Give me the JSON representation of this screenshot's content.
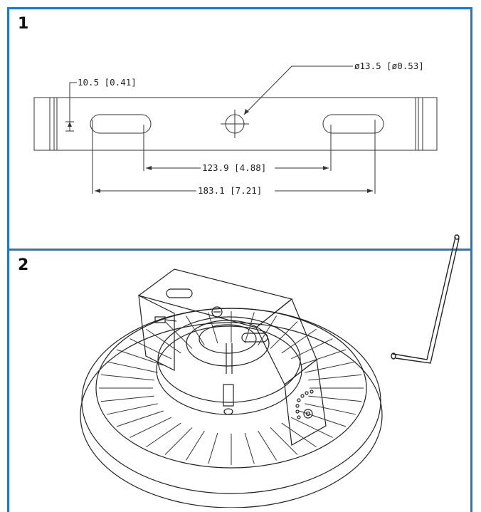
{
  "steps": {
    "one": {
      "number": "1"
    },
    "two": {
      "number": "2"
    }
  },
  "dimensions": {
    "slot_width": "10.5 [0.41]",
    "hole_diameter": "ø13.5 [ø0.53]",
    "inner_spacing": "123.9 [4.88]",
    "outer_spacing": "183.1 [7.21]"
  },
  "colors": {
    "border": "#1e78d8",
    "line": "#222222"
  },
  "icons": {
    "tool": "hex-key-icon",
    "fixture": "high-bay-light-icon"
  }
}
